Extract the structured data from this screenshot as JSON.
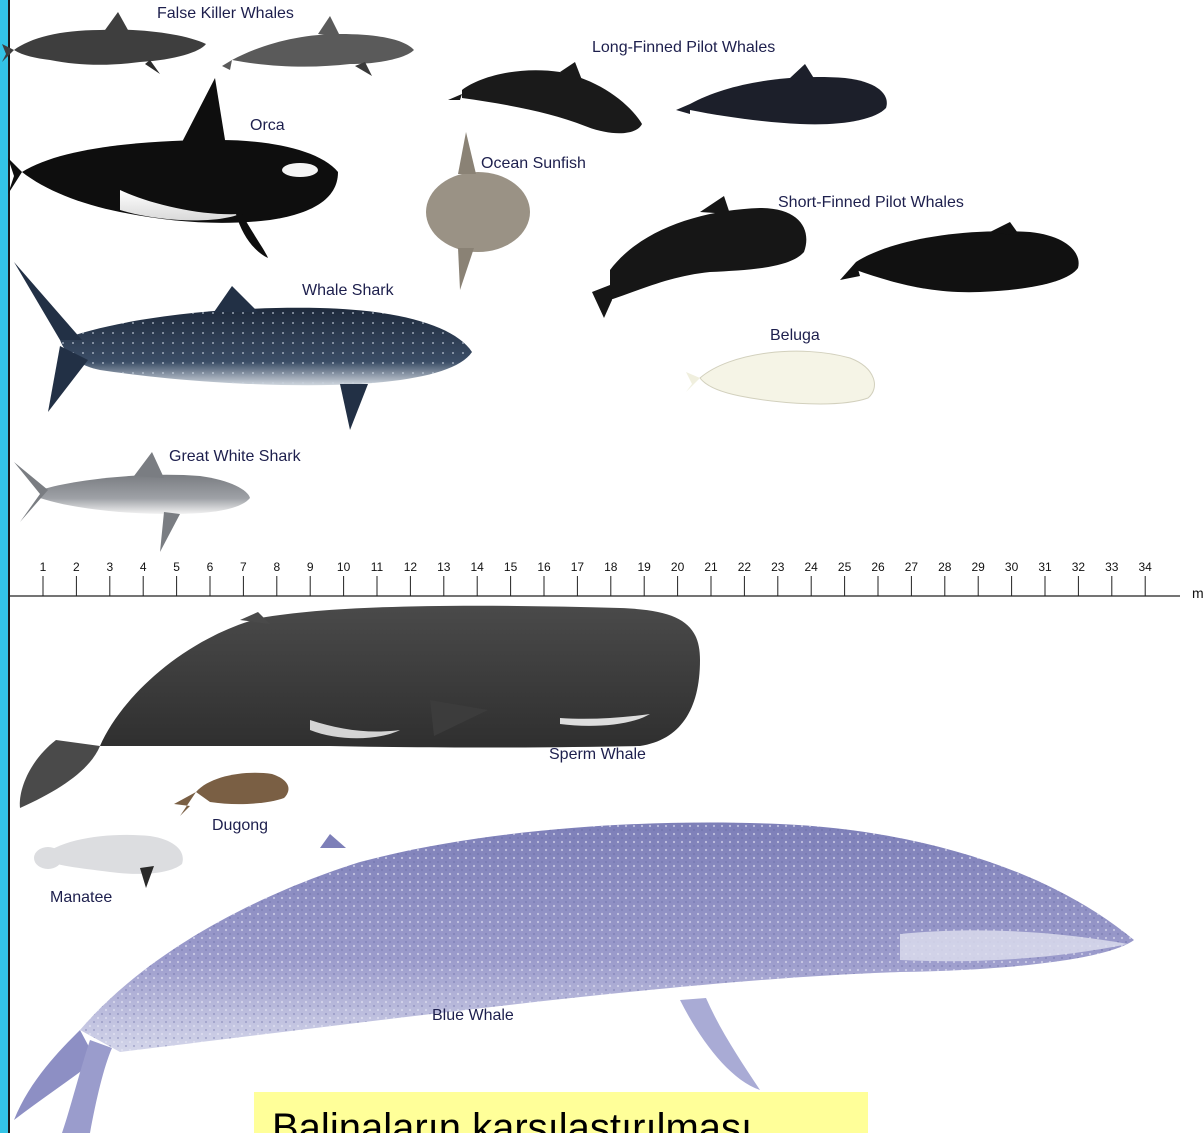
{
  "animals": {
    "false_killer_whales": "False Killer Whales",
    "long_finned_pilot_whales": "Long-Finned Pilot Whales",
    "orca": "Orca",
    "ocean_sunfish": "Ocean Sunfish",
    "short_finned_pilot_whales": "Short-Finned Pilot Whales",
    "whale_shark": "Whale Shark",
    "beluga": "Beluga",
    "great_white_shark": "Great White Shark",
    "sperm_whale": "Sperm Whale",
    "dugong": "Dugong",
    "manatee": "Manatee",
    "blue_whale": "Blue Whale"
  },
  "scale": {
    "ticks": [
      "1",
      "2",
      "3",
      "4",
      "5",
      "6",
      "7",
      "8",
      "9",
      "10",
      "11",
      "12",
      "13",
      "14",
      "15",
      "16",
      "17",
      "18",
      "19",
      "20",
      "21",
      "22",
      "23",
      "24",
      "25",
      "26",
      "27",
      "28",
      "29",
      "30",
      "31",
      "32",
      "33",
      "34"
    ],
    "unit": "m"
  },
  "caption": "Balinaların karşılaştırılması",
  "colors": {
    "sidebar_accent": "#33c4e6",
    "caption_highlight": "#ffff99",
    "label_text": "#1d1f4d"
  }
}
